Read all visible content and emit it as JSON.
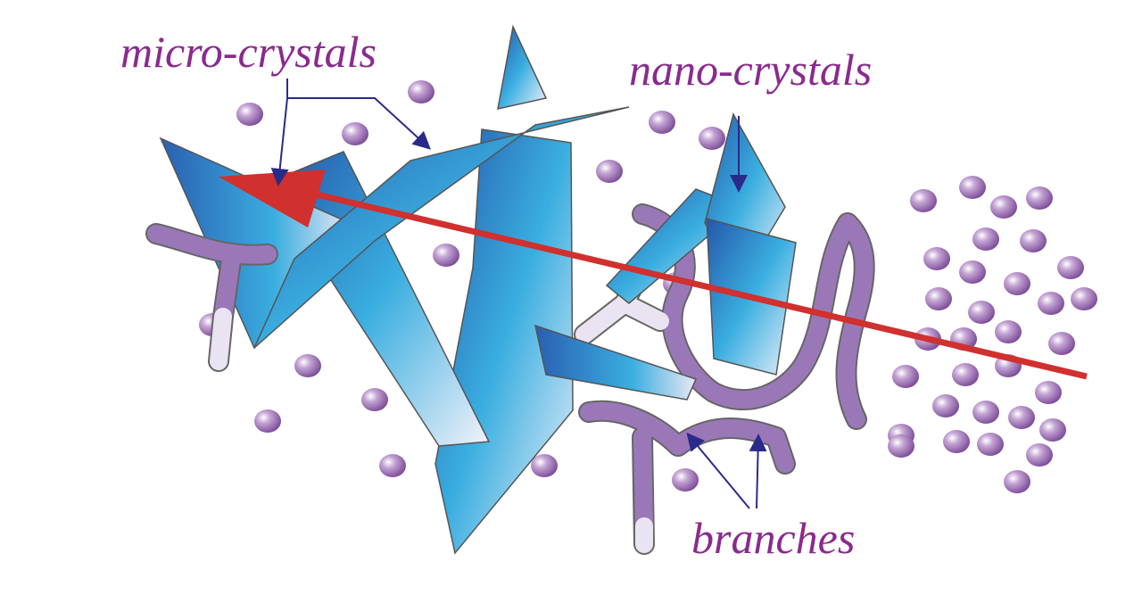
{
  "labels": {
    "micro": "micro-crystals",
    "nano": "nano-crystals",
    "branches": "branches"
  },
  "colors": {
    "label": "#8a2a8e",
    "pointer": "#2a2a8a",
    "beam": "#d0302e",
    "crystal_dark": "#2a5fb0",
    "crystal_mid": "#3aaee0",
    "sphere": "#9a6ab0",
    "branch": "#9a78b8"
  }
}
